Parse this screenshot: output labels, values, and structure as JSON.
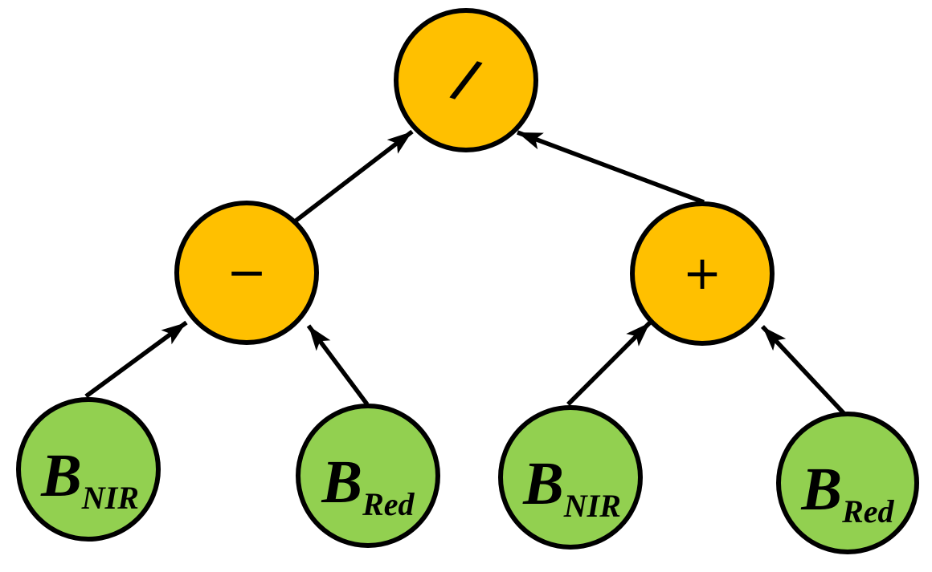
{
  "colors": {
    "operator_node_fill": "#FFC000",
    "band_node_fill": "#92D050",
    "node_border": "#000000",
    "arrow_color": "#000000",
    "background": "#FFFFFF"
  },
  "nodes": {
    "divide": {
      "symbol": "/"
    },
    "subtract": {
      "symbol": "−"
    },
    "add": {
      "symbol": "+"
    },
    "band_nir_left": {
      "base": "B",
      "subscript": "NIR"
    },
    "band_red_left": {
      "base": "B",
      "subscript": "Red"
    },
    "band_nir_right": {
      "base": "B",
      "subscript": "NIR"
    },
    "band_red_right": {
      "base": "B",
      "subscript": "Red"
    }
  },
  "edges": [
    {
      "from": "subtract-node",
      "to": "divide-node"
    },
    {
      "from": "add-node",
      "to": "divide-node"
    },
    {
      "from": "band-nir-left-node",
      "to": "subtract-node"
    },
    {
      "from": "band-red-left-node",
      "to": "subtract-node"
    },
    {
      "from": "band-nir-right-node",
      "to": "add-node"
    },
    {
      "from": "band-red-right-node",
      "to": "add-node"
    }
  ]
}
